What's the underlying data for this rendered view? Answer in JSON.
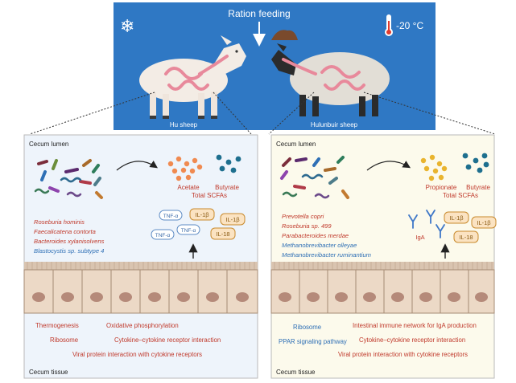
{
  "banner": {
    "feeding_label": "Ration feeding",
    "temperature": "-20 °C",
    "snowflake": "❄",
    "breed_left": "Hu sheep",
    "breed_right": "Hulunbuir sheep",
    "colors": {
      "sky": "#2f78c4",
      "sheep_left": "#f3ece5",
      "sheep_right": "#e2ded6",
      "gut": "#e8899b"
    }
  },
  "panel_left": {
    "lumen_label": "Cecum lumen",
    "tissue_label": "Cecum tissue",
    "metabolites": [
      "Acetate",
      "Butyrate"
    ],
    "total_label": "Total SCFAs",
    "taxa": [
      {
        "name": "Roseburia hominis",
        "color": "#c0392b"
      },
      {
        "name": "Faecalicatena contorta",
        "color": "#c0392b"
      },
      {
        "name": "Bacteroides xylanisolvens",
        "color": "#c0392b"
      },
      {
        "name": "Blastocystis sp. subtype 4",
        "color": "#2e6fb5"
      }
    ],
    "cytokines_blue": [
      "TNF-α",
      "TNF-α",
      "TNF-α"
    ],
    "cytokines_orange": [
      "IL-1β",
      "IL-1β",
      "IL-18"
    ],
    "pathways": [
      {
        "name": "Thermogenesis",
        "color": "#c0392b"
      },
      {
        "name": "Oxidative phosphorylation",
        "color": "#c0392b"
      },
      {
        "name": "Ribosome",
        "color": "#c0392b"
      },
      {
        "name": "Cytokine–cytokine receptor interaction",
        "color": "#c0392b"
      },
      {
        "name": "Viral protein interaction with cytokine receptors",
        "color": "#c0392b"
      }
    ],
    "colors": {
      "background": "#eef4fb"
    }
  },
  "panel_right": {
    "lumen_label": "Cecum lumen",
    "tissue_label": "Cecum tissue",
    "metabolites": [
      "Propionate",
      "Butyrate"
    ],
    "total_label": "Total SCFAs",
    "taxa": [
      {
        "name": "Prevotella copri",
        "color": "#c0392b"
      },
      {
        "name": "Roseburia sp. 499",
        "color": "#c0392b"
      },
      {
        "name": "Parabacteroides merdae",
        "color": "#c0392b"
      },
      {
        "name": "Methanobrevibacter olleyae",
        "color": "#2e6fb5"
      },
      {
        "name": "Methanobrevibacter ruminantium",
        "color": "#2e6fb5"
      }
    ],
    "antibody_label": "IgA",
    "cytokines_orange": [
      "IL-1β",
      "IL-1β",
      "IL-18"
    ],
    "pathways": [
      {
        "name": "Ribosome",
        "color": "#2e6fb5"
      },
      {
        "name": "Intestinal immune network for IgA production",
        "color": "#c0392b"
      },
      {
        "name": "PPAR signaling pathway",
        "color": "#2e6fb5"
      },
      {
        "name": "Cytokine–cytokine receptor interaction",
        "color": "#c0392b"
      },
      {
        "name": "Viral protein interaction with cytokine receptors",
        "color": "#c0392b"
      }
    ],
    "colors": {
      "background": "#fcfaec"
    }
  }
}
